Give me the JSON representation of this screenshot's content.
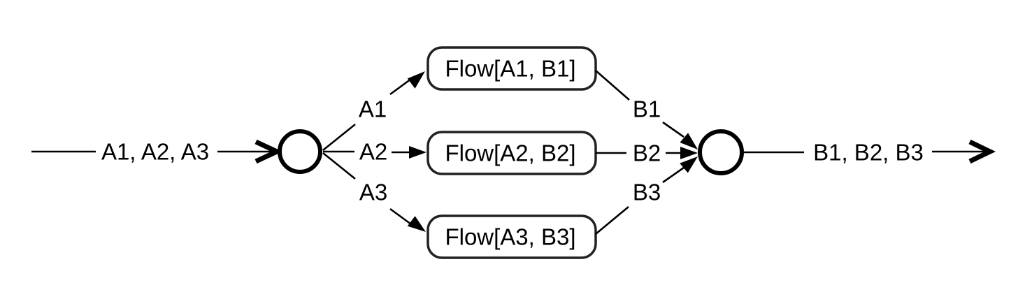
{
  "diagram": {
    "type": "split-merge-flow-diagram",
    "colors": {
      "background": "#ffffff",
      "line": "#000000",
      "text": "#000000",
      "flow_node_border": "#222222",
      "flow_node_fill": "#ffffff",
      "junction_fill": "#ffffff"
    },
    "source": {
      "label": "A1, A2, A3"
    },
    "sink": {
      "label": "B1, B2, B3"
    },
    "junctions": [
      {
        "name": "split-junction"
      },
      {
        "name": "merge-junction"
      }
    ],
    "branches": [
      {
        "out_label": "A1",
        "flow_label": "Flow[A1, B1]",
        "in_label": "B1"
      },
      {
        "out_label": "A2",
        "flow_label": "Flow[A2, B2]",
        "in_label": "B2"
      },
      {
        "out_label": "A3",
        "flow_label": "Flow[A3, B3]",
        "in_label": "B3"
      }
    ]
  }
}
